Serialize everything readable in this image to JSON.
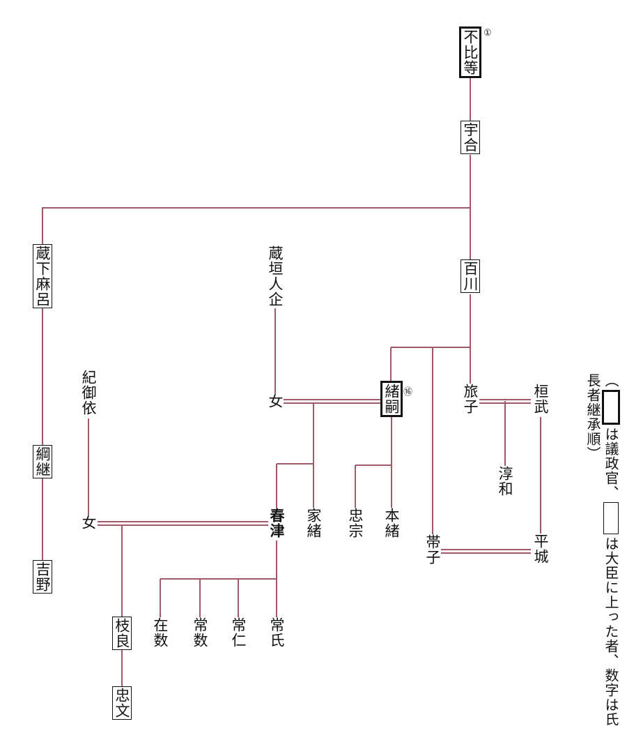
{
  "colors": {
    "line": "#a05868",
    "text": "#111111"
  },
  "people": {
    "fuhito": "不比等",
    "fuhito_num": "①",
    "umakai": "宇合",
    "kurajimaro": "蔵下麻呂",
    "tsunatsugu": "綱継",
    "yoshino": "吉野",
    "momokawa": "百川",
    "kurakaki": "蔵垣人企",
    "onna1": "女",
    "otsugu": "緒嗣",
    "otsugu_num": "⑯",
    "tabiko": "旅子",
    "kanmu": "桓武",
    "junna": "淳和",
    "heizei": "平城",
    "obiko": "帯子",
    "harutsu": "春津",
    "ietsugu": "家緒",
    "tadamune": "忠宗",
    "mototsugu": "本緒",
    "kinomiyori": "紀御依",
    "onna2": "女",
    "edayoshi": "枝良",
    "tadafumi": "忠文",
    "arikazu": "在数",
    "tsunekazu": "常数",
    "tsunehito": "常仁",
    "tsuneuji": "常氏"
  },
  "legend": {
    "open": "（",
    "part1": "は議政官、",
    "part2": "は大臣に上った者、数字は氏長者継承順",
    "close": "）"
  }
}
